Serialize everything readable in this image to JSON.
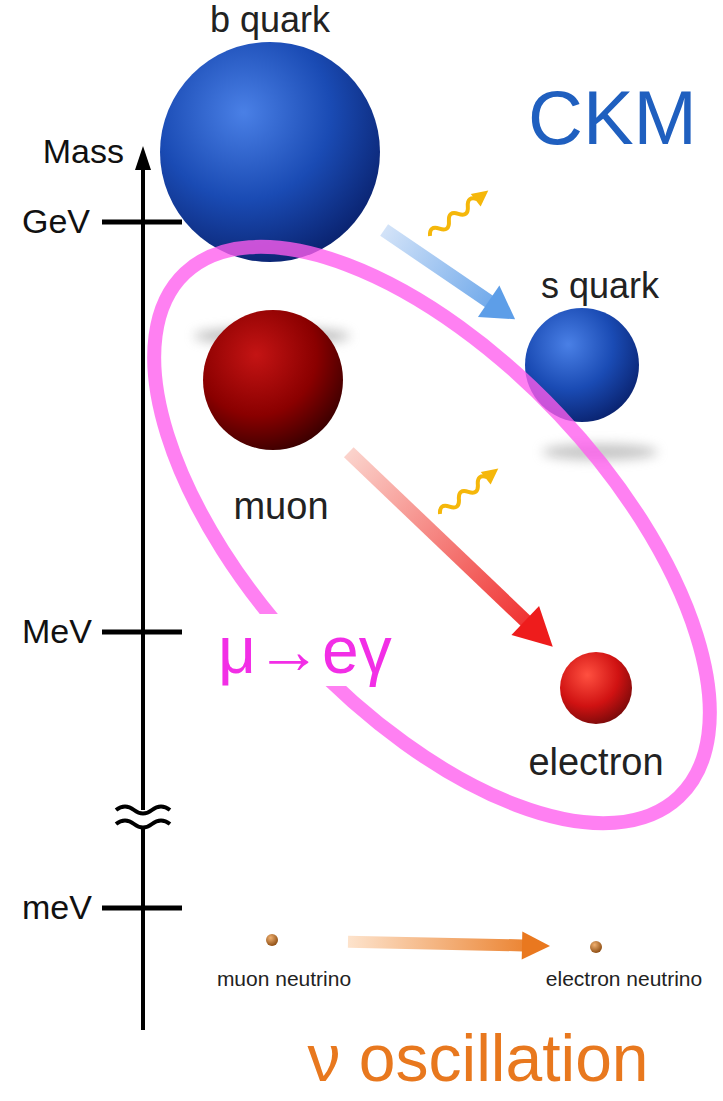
{
  "diagram": {
    "nodes": [
      {
        "text": [
          "b quark"
        ]
      },
      {
        "text": [
          "s quark"
        ]
      },
      {
        "text": [
          "muon"
        ]
      },
      {
        "text": [
          "electron"
        ]
      },
      {
        "text": [
          "muon neutrino"
        ]
      },
      {
        "text": [
          "electron neutrino"
        ]
      }
    ],
    "edges": [
      {
        "from": 0,
        "to": 1,
        "arrow": "to"
      },
      {
        "from": 2,
        "to": 3,
        "arrow": "to"
      },
      {
        "from": 4,
        "to": 5,
        "arrow": "to"
      }
    ],
    "labels": [
      "Mass",
      "GeV",
      "MeV",
      "meV",
      "CKM",
      "μ→eγ",
      "ν oscillation"
    ]
  }
}
